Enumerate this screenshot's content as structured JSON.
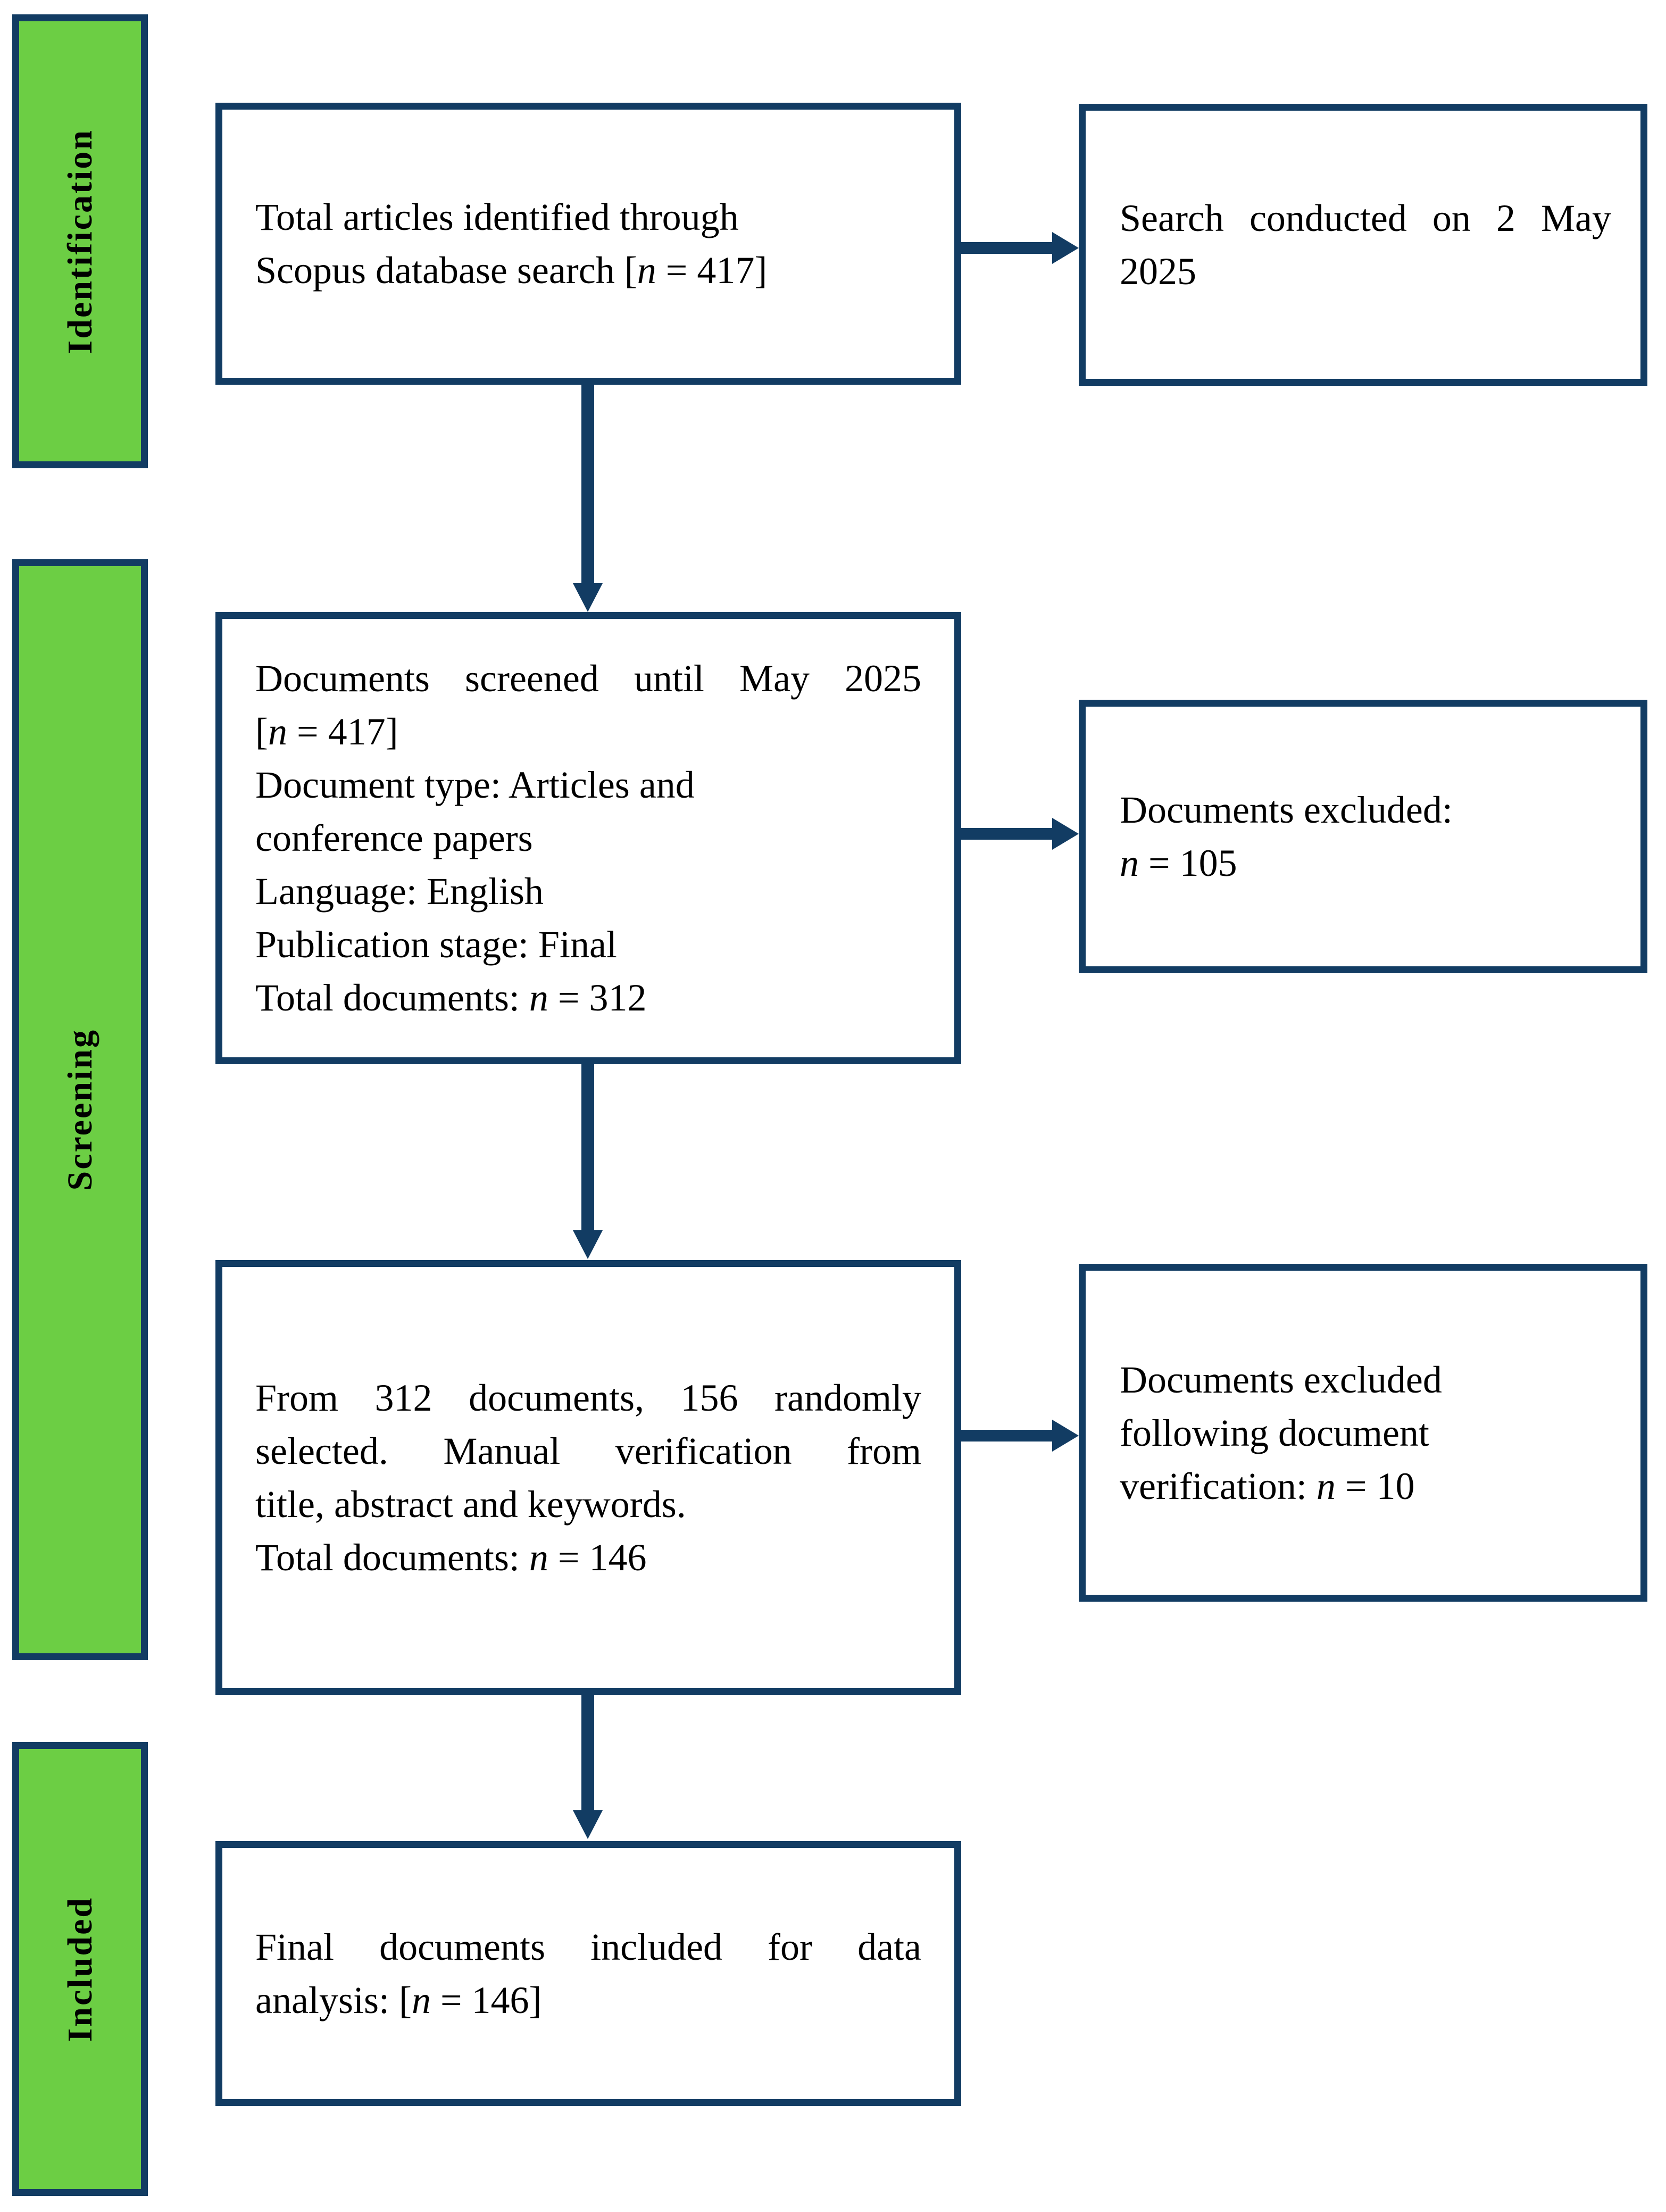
{
  "diagram": {
    "type": "prisma-flow",
    "colors": {
      "border_navy": "#123c63",
      "stage_green": "#6cce44",
      "box_background": "#ffffff",
      "text": "#000000"
    },
    "stages": [
      {
        "label": "Identification"
      },
      {
        "label": "Screening"
      },
      {
        "label": "Included"
      }
    ],
    "boxes": {
      "identified": {
        "lines": [
          {
            "text": "Total articles identified through",
            "stretch": false
          },
          {
            "text": "Scopus database search [*n* = 417]",
            "stretch": false
          }
        ]
      },
      "search_date": {
        "lines": [
          {
            "text": "Search conducted on 2 May",
            "stretch": true
          },
          {
            "text": "2025",
            "stretch": false
          }
        ]
      },
      "screened": {
        "lines": [
          {
            "text": "Documents screened until May 2025",
            "stretch": true
          },
          {
            "text": "[*n* = 417]",
            "stretch": false
          },
          {
            "text": "Document type: Articles and",
            "stretch": false
          },
          {
            "text": "conference papers",
            "stretch": false
          },
          {
            "text": "Language: English",
            "stretch": false
          },
          {
            "text": "Publication stage: Final",
            "stretch": false
          },
          {
            "text": "Total documents: *n* = 312",
            "stretch": false
          }
        ]
      },
      "excluded_screening": {
        "lines": [
          {
            "text": "Documents excluded:",
            "stretch": false
          },
          {
            "text": "*n* = 105",
            "stretch": false
          }
        ]
      },
      "random_selection": {
        "lines": [
          {
            "text": "From 312 documents, 156 randomly",
            "stretch": true
          },
          {
            "text": "selected. Manual verification from",
            "stretch": true
          },
          {
            "text": "title, abstract and keywords.",
            "stretch": false
          },
          {
            "text": "Total documents: *n* = 146",
            "stretch": false
          }
        ]
      },
      "excluded_verification": {
        "lines": [
          {
            "text": "Documents excluded",
            "stretch": false
          },
          {
            "text": "following document",
            "stretch": false
          },
          {
            "text": "verification: *n* = 10",
            "stretch": false
          }
        ]
      },
      "final_included": {
        "lines": [
          {
            "text": "Final documents included for data",
            "stretch": true
          },
          {
            "text": "analysis: [*n* = 146]",
            "stretch": false
          }
        ]
      }
    },
    "values": {
      "identified": 417,
      "screened": 417,
      "after_screening": 312,
      "excluded_screening": 105,
      "randomly_selected": 156,
      "excluded_verification": 10,
      "after_verification": 146,
      "final_included": 146
    }
  }
}
